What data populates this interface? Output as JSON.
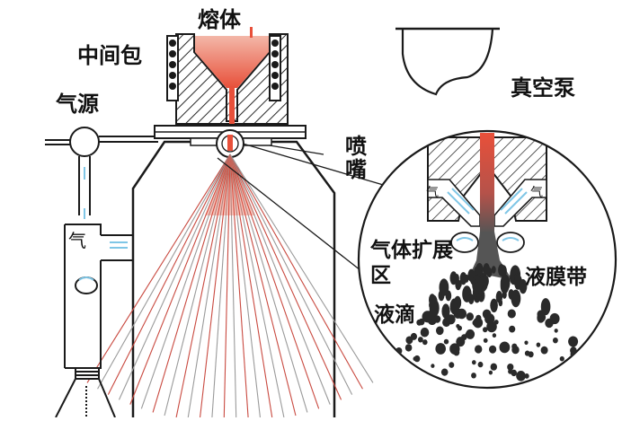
{
  "labels": {
    "melt": "熔体",
    "tundish": "中间包",
    "gas_source": "气源",
    "nozzle": "喷嘴",
    "vacuum_pump": "真空泵",
    "gas_left_pipe": "气",
    "gas_inset_left": "气",
    "gas_inset_right": "气",
    "gas_expansion_zone": "气体扩展区",
    "liquid_film_band": "液膜带",
    "droplets": "液滴"
  },
  "colors": {
    "melt": "#e8503a",
    "line": "#1a1a1a",
    "gas": "#7fc6e6",
    "spray": "#e03a2a",
    "droplet": "#2a2a2a"
  }
}
